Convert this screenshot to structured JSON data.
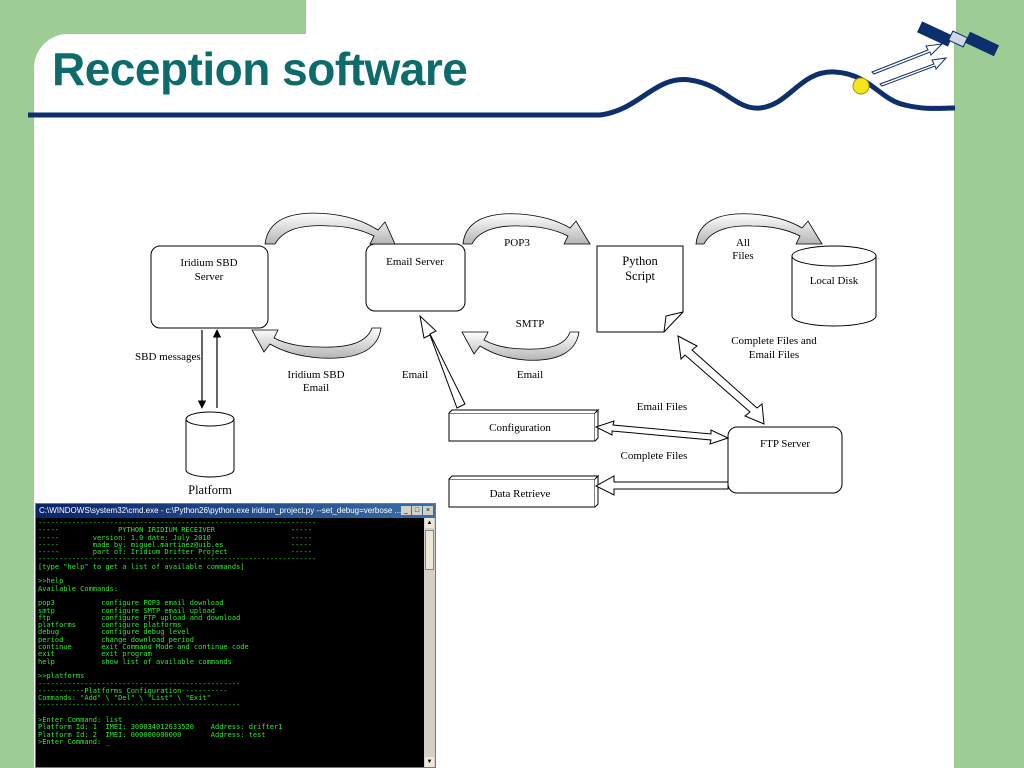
{
  "slide": {
    "title": "Reception software"
  },
  "diagram": {
    "nodes": {
      "iridium_sbd_server": [
        "Iridium SBD",
        "Server"
      ],
      "email_server": "Email Server",
      "python_script": [
        "Python",
        "Script"
      ],
      "local_disk": "Local Disk",
      "platform": "Platform",
      "configuration": "Configuration",
      "data_retrieve": "Data Retrieve",
      "ftp_server": "FTP Server"
    },
    "edges": {
      "pop3": "POP3",
      "all_files": [
        "All",
        "Files"
      ],
      "smtp": "SMTP",
      "sbd_messages": "SBD messages",
      "iridium_sbd_email": [
        "Iridium SBD",
        "Email"
      ],
      "email_left": "Email",
      "email_right": "Email",
      "complete_files_and_email_files": [
        "Complete   Files and",
        "Email Files"
      ],
      "email_files": "Email Files",
      "complete_files": "Complete Files"
    }
  },
  "console": {
    "title": "C:\\WINDOWS\\system32\\cmd.exe - c:\\Python26\\python.exe iridium_project.py --set_debug=verbose ...",
    "lines": [
      "------------------------------------------------------------------",
      "-----              PYTHON IRIDIUM RECEIVER                  -----",
      "-----        version: 1.0 date: July 2010                   -----",
      "-----        made by: miguel.martinez@uib.es                -----",
      "-----        part of: Iridium Drifter Project               -----",
      "------------------------------------------------------------------",
      "[type \"help\" to get a list of available commands]",
      "",
      ">>help",
      "Available Commands:",
      "",
      "pop3           configure POP3 email download",
      "smtp           configure SMTP email upload",
      "ftp            configure FTP upload and download",
      "platforms      configure platforms",
      "debug          configure debug level",
      "period         change download period",
      "continue       exit Command Mode and continue code",
      "exit           exit program",
      "help           show list of available commands",
      "",
      ">>platforms",
      "------------------------------------------------",
      "-----------Platforms Configuration-----------",
      "Commands: \"Add\" \\ \"Del\" \\ \"List\" \\ \"Exit\"",
      "------------------------------------------------",
      "",
      ">Enter Command: list",
      "Platform Id: 1  IMEI: 300034012633520    Address: drifter1",
      "Platform Id: 2  IMEI: 000000000000       Address: test",
      ">Enter Command: _"
    ]
  },
  "colors": {
    "background_green": "#9dcc95",
    "title_teal": "#0e6b6b",
    "navy_line": "#0d2f6b",
    "sun_yellow": "#f5e61a",
    "console_green": "#2ee82e",
    "arrow_gray": "#c8c8c8"
  },
  "icons": [
    "satellite-icon",
    "sun-icon",
    "hills-logo"
  ]
}
